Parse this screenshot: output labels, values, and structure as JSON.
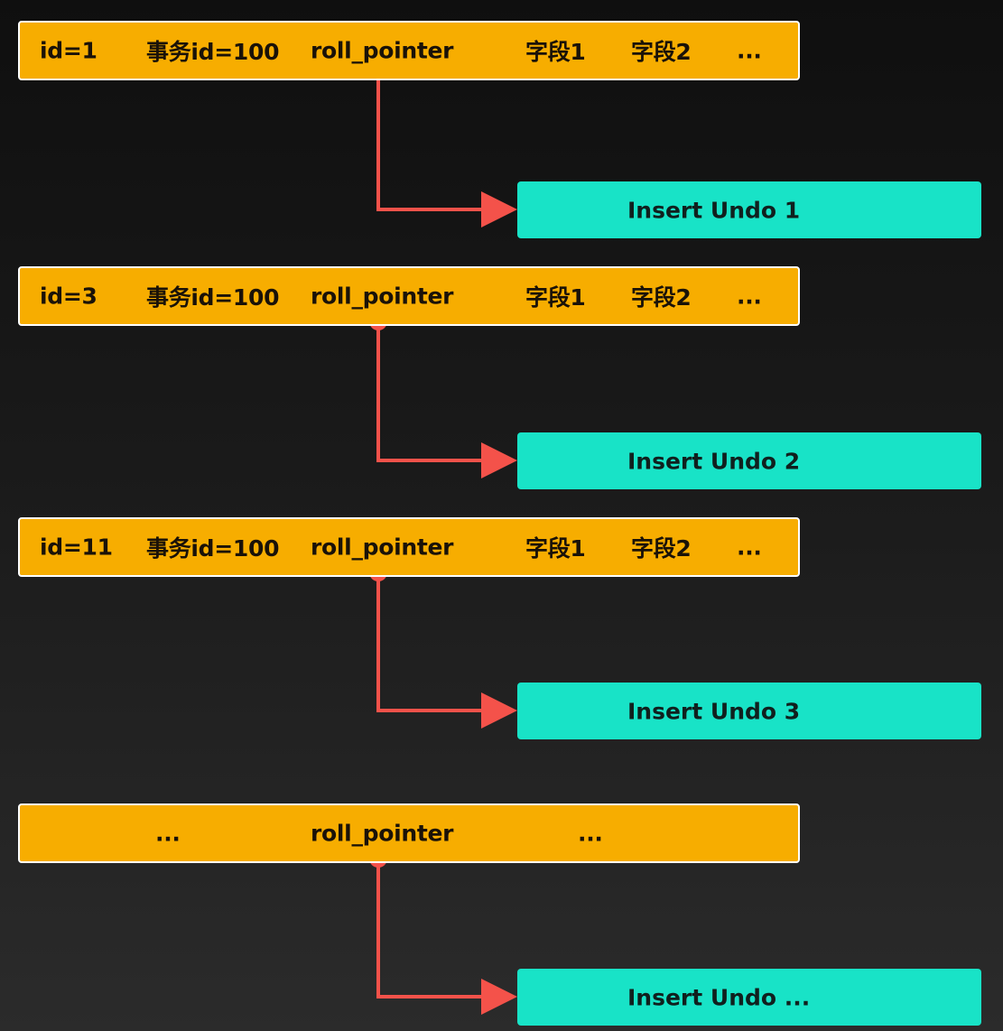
{
  "records": [
    {
      "id_label": "id=1",
      "txn_label": "事务id=100",
      "pointer_label": "roll_pointer",
      "field1_label": "字段1",
      "field2_label": "字段2",
      "more_label": "..."
    },
    {
      "id_label": "id=3",
      "txn_label": "事务id=100",
      "pointer_label": "roll_pointer",
      "field1_label": "字段1",
      "field2_label": "字段2",
      "more_label": "..."
    },
    {
      "id_label": "id=11",
      "txn_label": "事务id=100",
      "pointer_label": "roll_pointer",
      "field1_label": "字段1",
      "field2_label": "字段2",
      "more_label": "..."
    },
    {
      "left_label": "...",
      "pointer_label": "roll_pointer",
      "right_label": "..."
    }
  ],
  "undo_logs": [
    {
      "label": "Insert  Undo 1"
    },
    {
      "label": "Insert  Undo 2"
    },
    {
      "label": "Insert  Undo 3"
    },
    {
      "label": "Insert Undo ..."
    }
  ],
  "colors": {
    "record_fill": "#f7ad00",
    "undo_fill": "#18e3c7",
    "pointer_line": "#f4524a",
    "background": "#1a1a1a"
  }
}
